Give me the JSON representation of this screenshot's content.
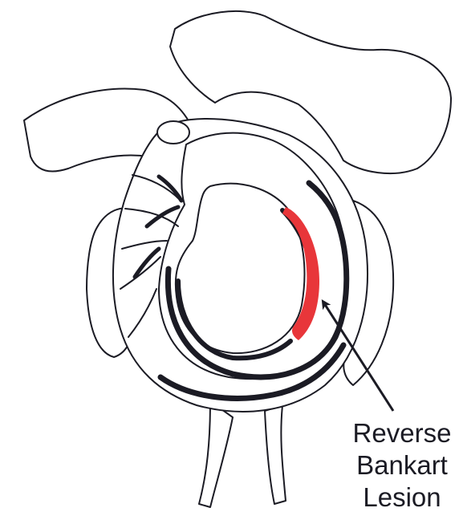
{
  "annotation": {
    "lines": [
      "Reverse",
      "Bankart",
      "Lesion"
    ]
  },
  "colors": {
    "lesion": "#e8363a",
    "ink": "#1b1b24",
    "background": "#ffffff"
  }
}
